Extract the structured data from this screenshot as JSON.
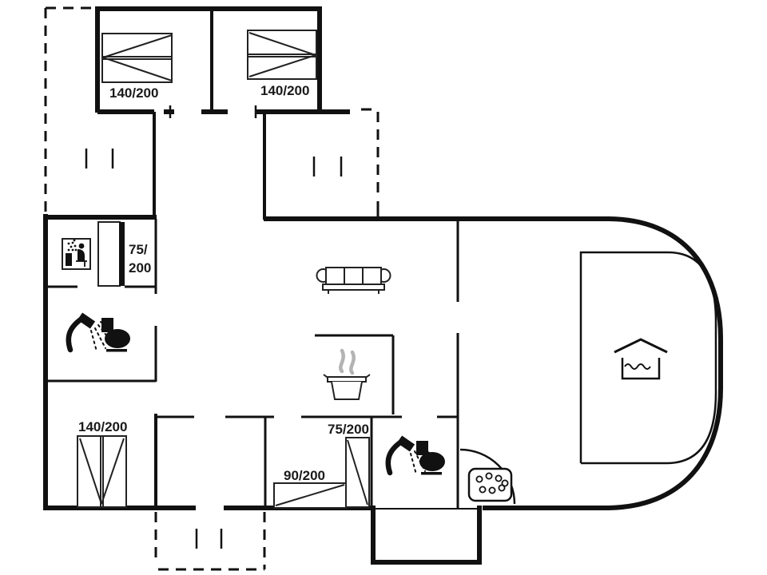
{
  "floorplan": {
    "colors": {
      "line": "#111111",
      "background": "#ffffff",
      "steam": "#b3b3b3"
    },
    "bed_labels": {
      "top_left": "140/200",
      "top_right": "140/200",
      "alcove_line1": "75/",
      "alcove_line2": "200",
      "bottom_left": "140/200",
      "bottom_middle_wide": "90/200",
      "bottom_middle_narrow": "75/200"
    },
    "icons": [
      "sauna-icon",
      "shower-icon",
      "toilet-icon",
      "sofa-icon",
      "cooking-pot-icon",
      "shower-icon",
      "toilet-icon",
      "whirlpool-icon",
      "swimming-pool-icon",
      "door-swing-arc",
      "window-tick-marks"
    ]
  }
}
